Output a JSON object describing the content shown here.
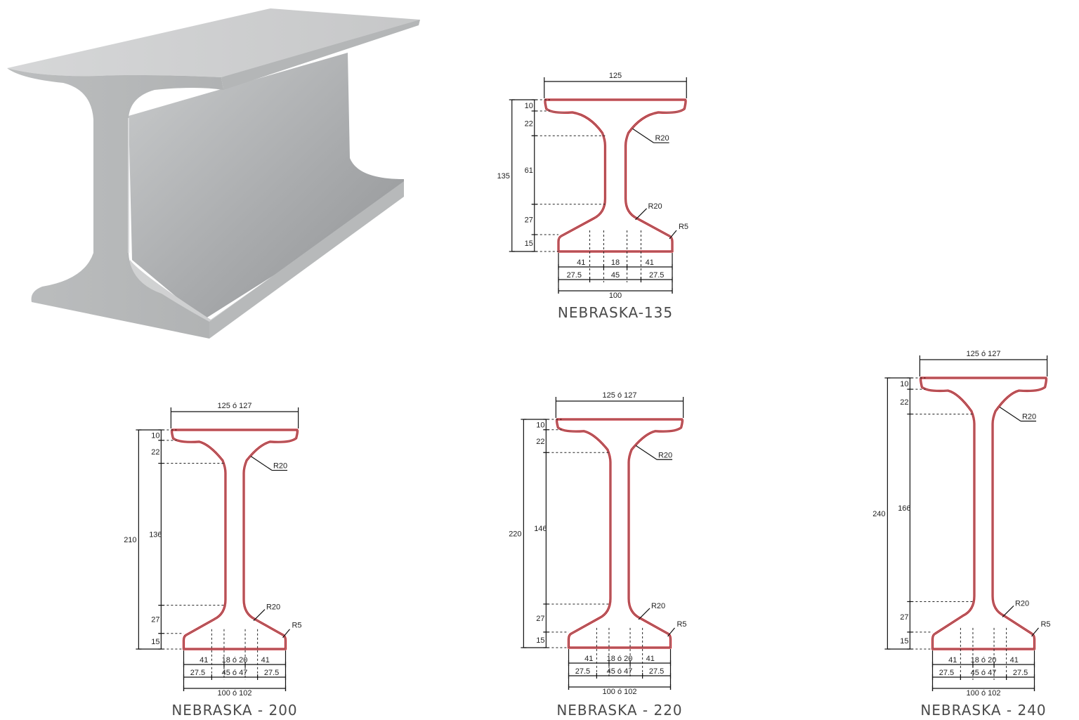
{
  "sections": [
    {
      "caption": "NEBRASKA-135",
      "total_height": "135",
      "top_width": "125",
      "heights": [
        "10",
        "22",
        "61",
        "27",
        "15"
      ],
      "base_row1": [
        "41",
        "18",
        "41"
      ],
      "base_row2": [
        "27.5",
        "45",
        "27.5"
      ],
      "base_total": "100",
      "radius_top": "R20",
      "radius_bottom": "R20",
      "radius_corner": "R5"
    },
    {
      "caption": "NEBRASKA - 200",
      "total_height": "210",
      "top_width": "125 ó 127",
      "heights": [
        "10",
        "22",
        "136",
        "27",
        "15"
      ],
      "base_row1": [
        "41",
        "18 ó 20",
        "41"
      ],
      "base_row2": [
        "27.5",
        "45 ó 47",
        "27.5"
      ],
      "base_total": "100 ó 102",
      "radius_top": "R20",
      "radius_bottom": "R20",
      "radius_corner": "R5"
    },
    {
      "caption": "NEBRASKA - 220",
      "total_height": "220",
      "top_width": "125 ó 127",
      "heights": [
        "10",
        "22",
        "146",
        "27",
        "15"
      ],
      "base_row1": [
        "41",
        "18 ó 20",
        "41"
      ],
      "base_row2": [
        "27.5",
        "45 ó 47",
        "27.5"
      ],
      "base_total": "100 ó 102",
      "radius_top": "R20",
      "radius_bottom": "R20",
      "radius_corner": "R5"
    },
    {
      "caption": "NEBRASKA - 240",
      "total_height": "240",
      "top_width": "125 ó 127",
      "heights": [
        "10",
        "22",
        "166",
        "27",
        "15"
      ],
      "base_row1": [
        "41",
        "18 ó 20",
        "41"
      ],
      "base_row2": [
        "27.5",
        "45 ó 47",
        "27.5"
      ],
      "base_total": "100 ó 102",
      "radius_top": "R20",
      "radius_bottom": "R20",
      "radius_corner": "R5"
    }
  ]
}
